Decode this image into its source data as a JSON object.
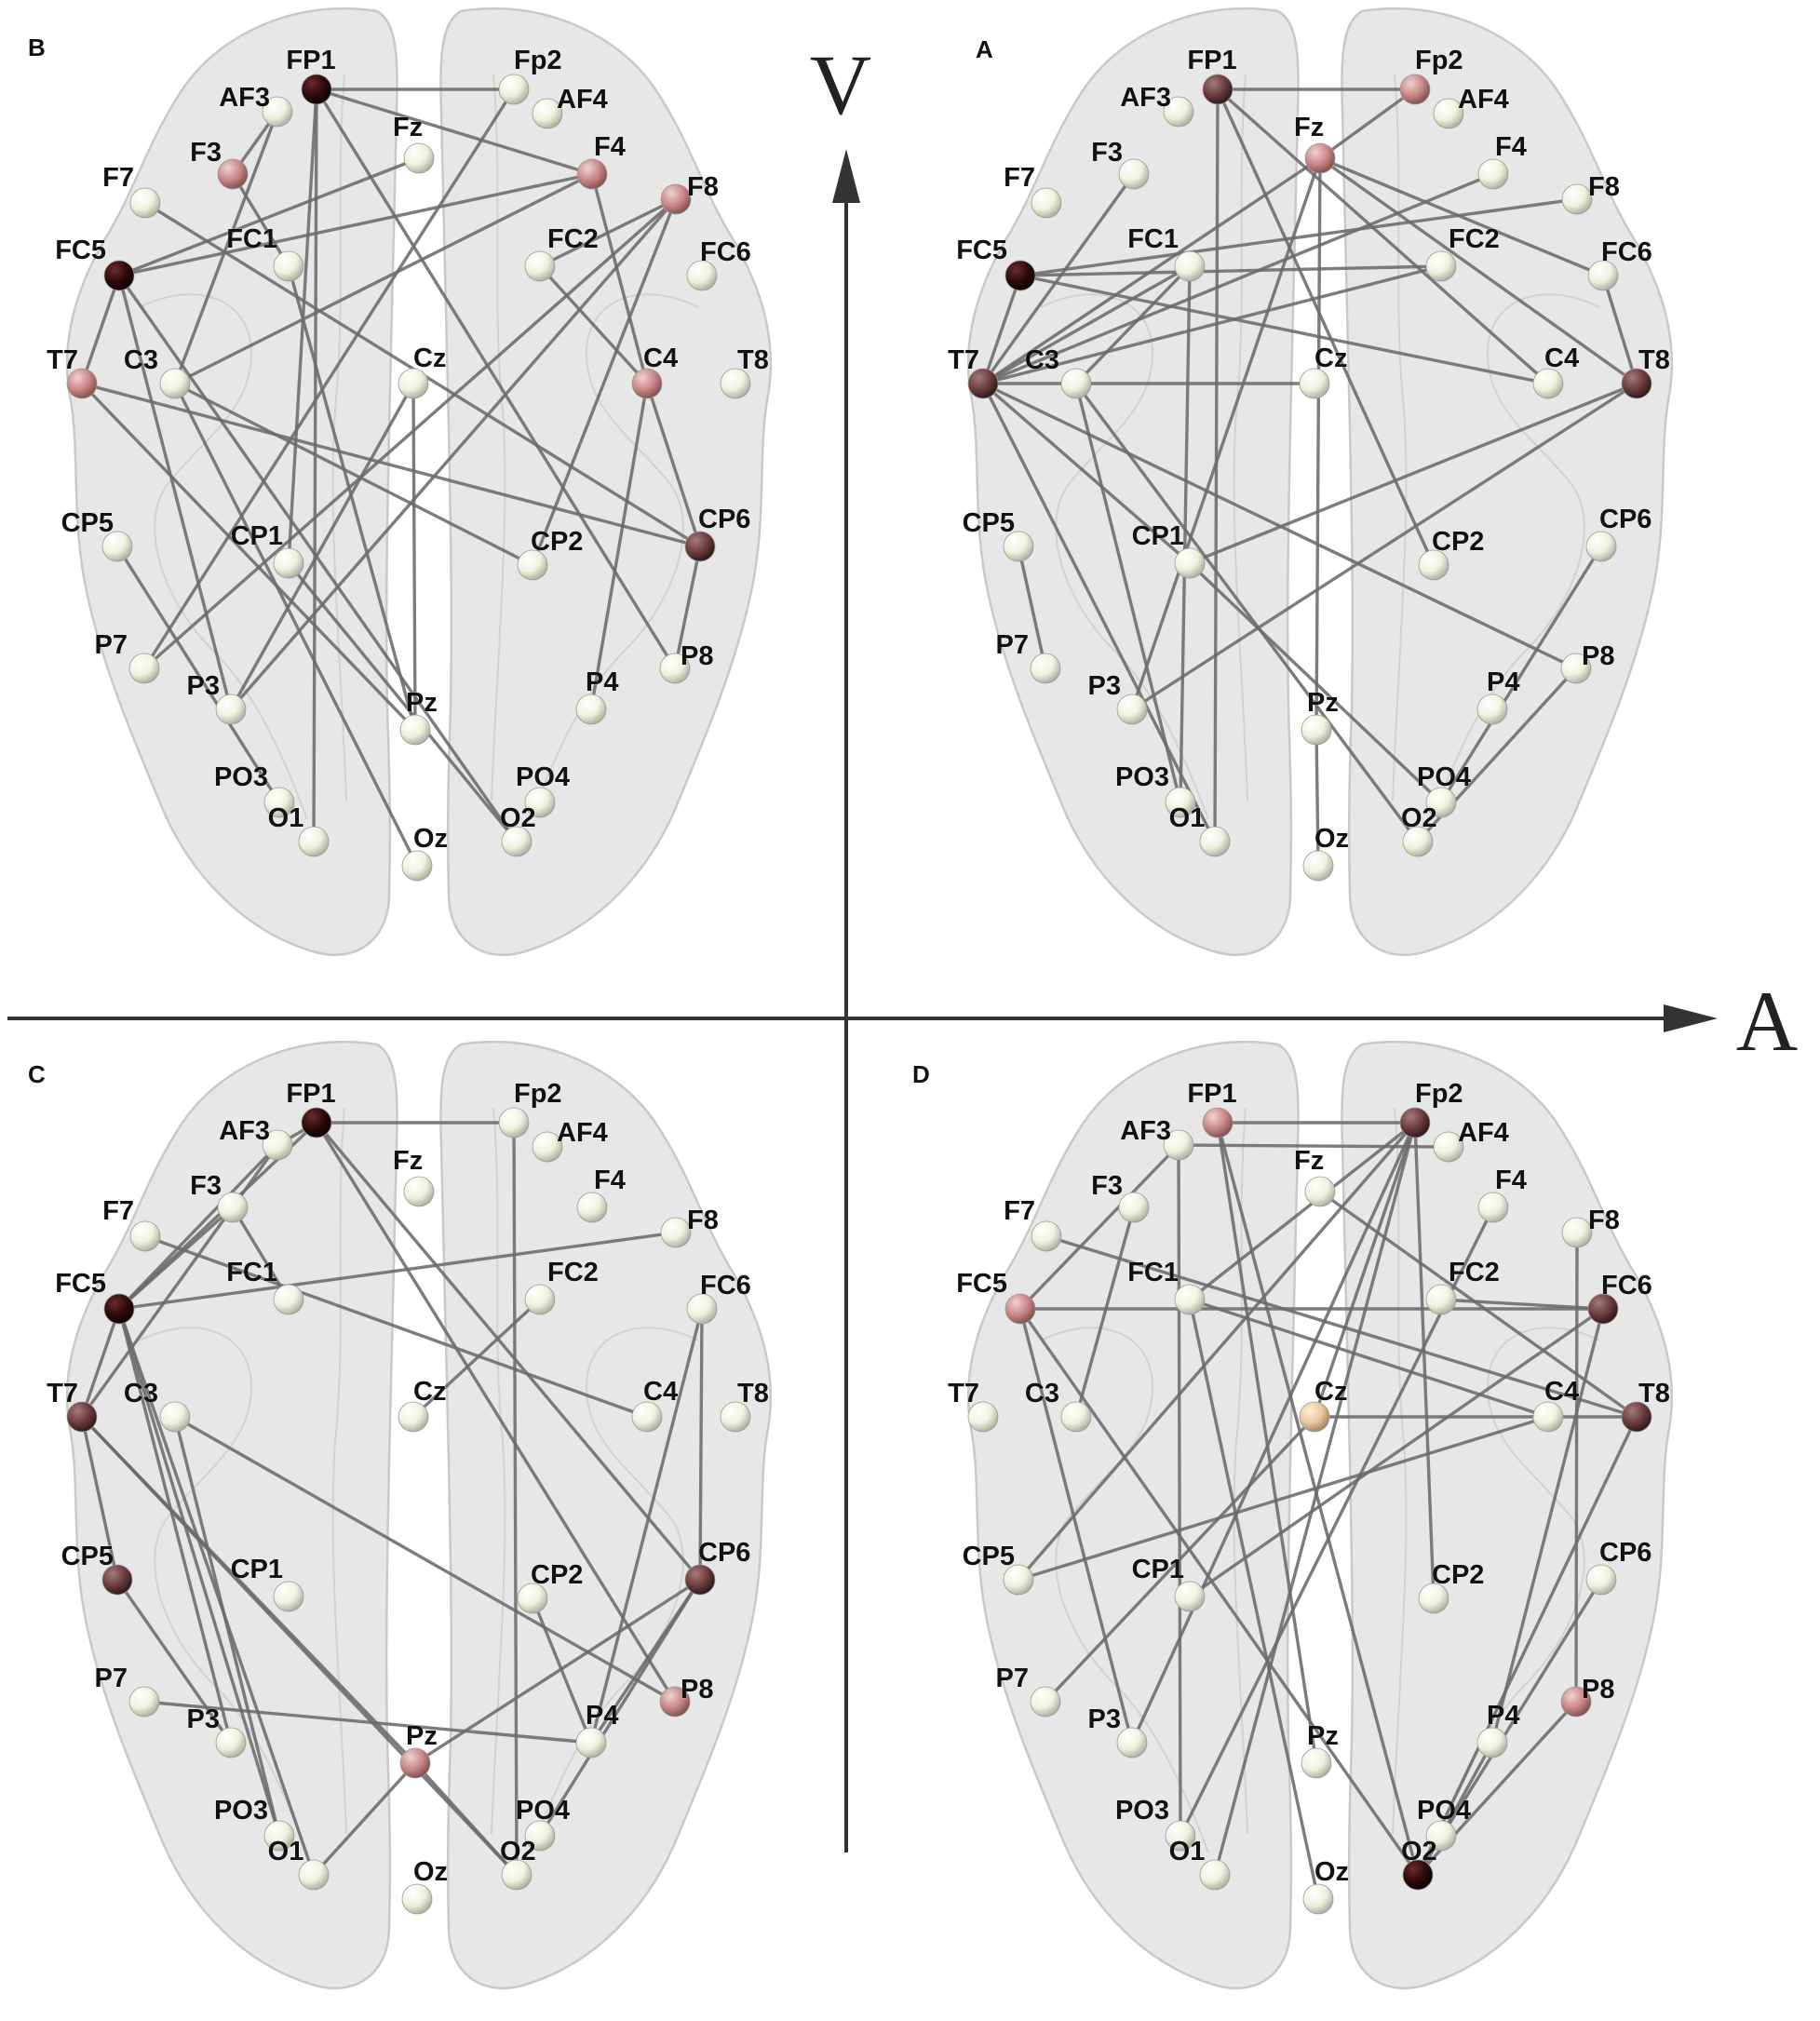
{
  "axes": {
    "vertical_label": "V",
    "horizontal_label": "A",
    "color": "#333333"
  },
  "node_colors": {
    "white": "#f4f4e6",
    "pink": "#c98c8c",
    "dark": "#6a3c3e",
    "black": "#2e0a0c",
    "tan": "#e6c79d"
  },
  "panels": [
    {
      "letter": "B",
      "nodes": [
        {
          "label": "FP1",
          "color": "black"
        },
        {
          "label": "Fp2",
          "color": "white"
        },
        {
          "label": "AF3",
          "color": "white"
        },
        {
          "label": "AF4",
          "color": "white"
        },
        {
          "label": "F3",
          "color": "pink"
        },
        {
          "label": "Fz",
          "color": "white"
        },
        {
          "label": "F4",
          "color": "pink"
        },
        {
          "label": "F7",
          "color": "white"
        },
        {
          "label": "F8",
          "color": "pink"
        },
        {
          "label": "FC5",
          "color": "black"
        },
        {
          "label": "FC1",
          "color": "white"
        },
        {
          "label": "FC2",
          "color": "white"
        },
        {
          "label": "FC6",
          "color": "white"
        },
        {
          "label": "T7",
          "color": "pink"
        },
        {
          "label": "C3",
          "color": "white"
        },
        {
          "label": "Cz",
          "color": "white"
        },
        {
          "label": "C4",
          "color": "pink"
        },
        {
          "label": "T8",
          "color": "white"
        },
        {
          "label": "CP5",
          "color": "white"
        },
        {
          "label": "CP1",
          "color": "white"
        },
        {
          "label": "CP2",
          "color": "white"
        },
        {
          "label": "CP6",
          "color": "dark"
        },
        {
          "label": "P7",
          "color": "white"
        },
        {
          "label": "P3",
          "color": "white"
        },
        {
          "label": "Pz",
          "color": "white"
        },
        {
          "label": "P4",
          "color": "white"
        },
        {
          "label": "P8",
          "color": "white"
        },
        {
          "label": "PO3",
          "color": "white"
        },
        {
          "label": "PO4",
          "color": "white"
        },
        {
          "label": "O1",
          "color": "white"
        },
        {
          "label": "Oz",
          "color": "white"
        },
        {
          "label": "O2",
          "color": "white"
        }
      ],
      "edges": [
        [
          "FP1",
          "Fp2"
        ],
        [
          "FP1",
          "F4"
        ],
        [
          "FP1",
          "O1"
        ],
        [
          "FP1",
          "CP1"
        ],
        [
          "FP1",
          "P8"
        ],
        [
          "AF3",
          "F3"
        ],
        [
          "AF3",
          "C3"
        ],
        [
          "F3",
          "FC1"
        ],
        [
          "Fz",
          "FC5"
        ],
        [
          "F4",
          "FC5"
        ],
        [
          "F4",
          "C3"
        ],
        [
          "F4",
          "C4"
        ],
        [
          "F7",
          "CP6"
        ],
        [
          "F8",
          "P3"
        ],
        [
          "F8",
          "CP2"
        ],
        [
          "F8",
          "P7"
        ],
        [
          "F8",
          "FC2"
        ],
        [
          "Fp2",
          "P7"
        ],
        [
          "FC5",
          "T7"
        ],
        [
          "FC5",
          "O2"
        ],
        [
          "FC5",
          "P3"
        ],
        [
          "FC1",
          "Pz"
        ],
        [
          "FC2",
          "C4"
        ],
        [
          "T7",
          "CP6"
        ],
        [
          "T7",
          "Pz"
        ],
        [
          "C3",
          "CP2"
        ],
        [
          "C3",
          "Oz"
        ],
        [
          "Cz",
          "P3"
        ],
        [
          "C4",
          "CP6"
        ],
        [
          "C4",
          "P4"
        ],
        [
          "CP5",
          "PO3"
        ],
        [
          "CP1",
          "O2"
        ],
        [
          "CP6",
          "P8"
        ],
        [
          "Cz",
          "Pz"
        ]
      ]
    },
    {
      "letter": "A",
      "nodes": [
        {
          "label": "FP1",
          "color": "dark"
        },
        {
          "label": "Fp2",
          "color": "pink"
        },
        {
          "label": "AF3",
          "color": "white"
        },
        {
          "label": "AF4",
          "color": "white"
        },
        {
          "label": "F3",
          "color": "white"
        },
        {
          "label": "Fz",
          "color": "pink"
        },
        {
          "label": "F4",
          "color": "white"
        },
        {
          "label": "F7",
          "color": "white"
        },
        {
          "label": "F8",
          "color": "white"
        },
        {
          "label": "FC5",
          "color": "black"
        },
        {
          "label": "FC1",
          "color": "white"
        },
        {
          "label": "FC2",
          "color": "white"
        },
        {
          "label": "FC6",
          "color": "white"
        },
        {
          "label": "T7",
          "color": "dark"
        },
        {
          "label": "C3",
          "color": "white"
        },
        {
          "label": "Cz",
          "color": "white"
        },
        {
          "label": "C4",
          "color": "white"
        },
        {
          "label": "T8",
          "color": "dark"
        },
        {
          "label": "CP5",
          "color": "white"
        },
        {
          "label": "CP1",
          "color": "white"
        },
        {
          "label": "CP2",
          "color": "white"
        },
        {
          "label": "CP6",
          "color": "white"
        },
        {
          "label": "P7",
          "color": "white"
        },
        {
          "label": "P3",
          "color": "white"
        },
        {
          "label": "Pz",
          "color": "white"
        },
        {
          "label": "P4",
          "color": "white"
        },
        {
          "label": "P8",
          "color": "white"
        },
        {
          "label": "PO3",
          "color": "white"
        },
        {
          "label": "PO4",
          "color": "white"
        },
        {
          "label": "O1",
          "color": "white"
        },
        {
          "label": "Oz",
          "color": "white"
        },
        {
          "label": "O2",
          "color": "white"
        }
      ],
      "edges": [
        [
          "FP1",
          "Fp2"
        ],
        [
          "FP1",
          "O1"
        ],
        [
          "FP1",
          "C4"
        ],
        [
          "FP1",
          "CP2"
        ],
        [
          "Fp2",
          "Fz"
        ],
        [
          "Fz",
          "Pz"
        ],
        [
          "Fz",
          "T7"
        ],
        [
          "Fz",
          "FC6"
        ],
        [
          "Fz",
          "T8"
        ],
        [
          "Fz",
          "P3"
        ],
        [
          "F3",
          "T7"
        ],
        [
          "F4",
          "T7"
        ],
        [
          "F8",
          "FC5"
        ],
        [
          "FC5",
          "T7"
        ],
        [
          "FC5",
          "FC2"
        ],
        [
          "FC5",
          "C4"
        ],
        [
          "FC1",
          "PO3"
        ],
        [
          "FC1",
          "C3"
        ],
        [
          "T7",
          "Cz"
        ],
        [
          "T7",
          "FC2"
        ],
        [
          "T7",
          "P8"
        ],
        [
          "T7",
          "CP1"
        ],
        [
          "T7",
          "O1"
        ],
        [
          "T7",
          "FC1"
        ],
        [
          "C3",
          "O2"
        ],
        [
          "C3",
          "PO3"
        ],
        [
          "CP1",
          "T8"
        ],
        [
          "CP1",
          "PO4"
        ],
        [
          "CP5",
          "P7"
        ],
        [
          "FC6",
          "T8"
        ],
        [
          "T8",
          "P3"
        ],
        [
          "CP6",
          "PO4"
        ],
        [
          "P8",
          "O2"
        ],
        [
          "Pz",
          "Oz"
        ]
      ]
    },
    {
      "letter": "C",
      "nodes": [
        {
          "label": "FP1",
          "color": "black"
        },
        {
          "label": "Fp2",
          "color": "white"
        },
        {
          "label": "AF3",
          "color": "white"
        },
        {
          "label": "AF4",
          "color": "white"
        },
        {
          "label": "F3",
          "color": "white"
        },
        {
          "label": "Fz",
          "color": "white"
        },
        {
          "label": "F4",
          "color": "white"
        },
        {
          "label": "F7",
          "color": "white"
        },
        {
          "label": "F8",
          "color": "white"
        },
        {
          "label": "FC5",
          "color": "black"
        },
        {
          "label": "FC1",
          "color": "white"
        },
        {
          "label": "FC2",
          "color": "white"
        },
        {
          "label": "FC6",
          "color": "white"
        },
        {
          "label": "T7",
          "color": "dark"
        },
        {
          "label": "C3",
          "color": "white"
        },
        {
          "label": "Cz",
          "color": "white"
        },
        {
          "label": "C4",
          "color": "white"
        },
        {
          "label": "T8",
          "color": "white"
        },
        {
          "label": "CP5",
          "color": "dark"
        },
        {
          "label": "CP1",
          "color": "white"
        },
        {
          "label": "CP2",
          "color": "white"
        },
        {
          "label": "CP6",
          "color": "dark"
        },
        {
          "label": "P7",
          "color": "white"
        },
        {
          "label": "P3",
          "color": "white"
        },
        {
          "label": "Pz",
          "color": "pink"
        },
        {
          "label": "P4",
          "color": "white"
        },
        {
          "label": "P8",
          "color": "pink"
        },
        {
          "label": "PO3",
          "color": "white"
        },
        {
          "label": "PO4",
          "color": "white"
        },
        {
          "label": "O1",
          "color": "white"
        },
        {
          "label": "Oz",
          "color": "white"
        },
        {
          "label": "O2",
          "color": "white"
        }
      ],
      "edges": [
        [
          "FP1",
          "AF3"
        ],
        [
          "FP1",
          "Fp2"
        ],
        [
          "FP1",
          "P8"
        ],
        [
          "FP1",
          "FC5"
        ],
        [
          "FP1",
          "CP6"
        ],
        [
          "Fp2",
          "O2"
        ],
        [
          "AF3",
          "FC5"
        ],
        [
          "AF3",
          "T7"
        ],
        [
          "F3",
          "FC5"
        ],
        [
          "F3",
          "FC1"
        ],
        [
          "F7",
          "C4"
        ],
        [
          "F8",
          "FC5"
        ],
        [
          "FC2",
          "Cz"
        ],
        [
          "FC5",
          "T7"
        ],
        [
          "FC5",
          "O1"
        ],
        [
          "FC5",
          "PO3"
        ],
        [
          "FC5",
          "P3"
        ],
        [
          "T7",
          "CP5"
        ],
        [
          "T7",
          "Pz"
        ],
        [
          "T7",
          "O2"
        ],
        [
          "C3",
          "P8"
        ],
        [
          "CP5",
          "P3"
        ],
        [
          "P7",
          "P4"
        ],
        [
          "Pz",
          "O1"
        ],
        [
          "Pz",
          "CP6"
        ],
        [
          "Pz",
          "O2"
        ],
        [
          "CP6",
          "FC6"
        ],
        [
          "CP6",
          "PO4"
        ],
        [
          "CP6",
          "P4"
        ],
        [
          "CP2",
          "P4"
        ],
        [
          "FC6",
          "P4"
        ],
        [
          "C3",
          "PO3"
        ]
      ]
    },
    {
      "letter": "D",
      "nodes": [
        {
          "label": "FP1",
          "color": "pink"
        },
        {
          "label": "Fp2",
          "color": "dark"
        },
        {
          "label": "AF3",
          "color": "white"
        },
        {
          "label": "AF4",
          "color": "white"
        },
        {
          "label": "F3",
          "color": "white"
        },
        {
          "label": "Fz",
          "color": "white"
        },
        {
          "label": "F4",
          "color": "white"
        },
        {
          "label": "F7",
          "color": "white"
        },
        {
          "label": "F8",
          "color": "white"
        },
        {
          "label": "FC5",
          "color": "pink"
        },
        {
          "label": "FC1",
          "color": "white"
        },
        {
          "label": "FC2",
          "color": "white"
        },
        {
          "label": "FC6",
          "color": "dark"
        },
        {
          "label": "T7",
          "color": "white"
        },
        {
          "label": "C3",
          "color": "white"
        },
        {
          "label": "Cz",
          "color": "tan"
        },
        {
          "label": "C4",
          "color": "white"
        },
        {
          "label": "T8",
          "color": "dark"
        },
        {
          "label": "CP5",
          "color": "white"
        },
        {
          "label": "CP1",
          "color": "white"
        },
        {
          "label": "CP2",
          "color": "white"
        },
        {
          "label": "CP6",
          "color": "white"
        },
        {
          "label": "P7",
          "color": "white"
        },
        {
          "label": "P3",
          "color": "white"
        },
        {
          "label": "Pz",
          "color": "white"
        },
        {
          "label": "P4",
          "color": "white"
        },
        {
          "label": "P8",
          "color": "pink"
        },
        {
          "label": "PO3",
          "color": "white"
        },
        {
          "label": "PO4",
          "color": "white"
        },
        {
          "label": "O1",
          "color": "white"
        },
        {
          "label": "Oz",
          "color": "white"
        },
        {
          "label": "O2",
          "color": "black"
        }
      ],
      "edges": [
        [
          "FP1",
          "Fp2"
        ],
        [
          "AF3",
          "AF4"
        ],
        [
          "FP1",
          "O2"
        ],
        [
          "FP1",
          "Pz"
        ],
        [
          "AF3",
          "FC5"
        ],
        [
          "AF3",
          "PO3"
        ],
        [
          "Fp2",
          "Cz"
        ],
        [
          "Fp2",
          "CP5"
        ],
        [
          "Fp2",
          "P3"
        ],
        [
          "Fp2",
          "CP2"
        ],
        [
          "Fp2",
          "FC1"
        ],
        [
          "Fp2",
          "O1"
        ],
        [
          "F7",
          "T8"
        ],
        [
          "Fz",
          "T8"
        ],
        [
          "F4",
          "PO3"
        ],
        [
          "F8",
          "P8"
        ],
        [
          "FC5",
          "FC6"
        ],
        [
          "FC5",
          "O2"
        ],
        [
          "FC5",
          "P3"
        ],
        [
          "FC1",
          "Oz"
        ],
        [
          "FC1",
          "C4"
        ],
        [
          "FC2",
          "FC6"
        ],
        [
          "FC6",
          "CP1"
        ],
        [
          "FC6",
          "P4"
        ],
        [
          "Cz",
          "C4"
        ],
        [
          "Cz",
          "P7"
        ],
        [
          "C4",
          "T8"
        ],
        [
          "C4",
          "CP5"
        ],
        [
          "C3",
          "F3"
        ],
        [
          "T8",
          "O2"
        ],
        [
          "P4",
          "PO4"
        ],
        [
          "P8",
          "O2"
        ],
        [
          "CP6",
          "O2"
        ]
      ]
    }
  ]
}
